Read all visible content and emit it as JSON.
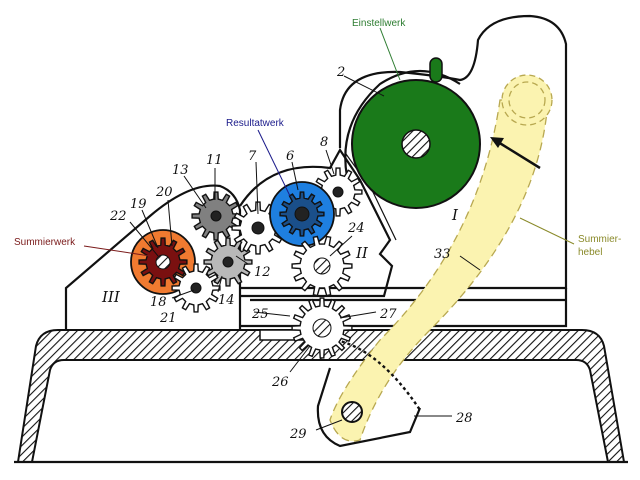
{
  "diagram": {
    "title": "Summiermaschine mechanism cross-section",
    "colors": {
      "einstellwerk": "#1a7a1a",
      "resultatwerk": "#1e7fe0",
      "resultatwerk_inner": "#1a4f8a",
      "summierwerk": "#f07a30",
      "summierwerk_inner": "#7a1010",
      "summierhebel": "#fbf3b0",
      "gear_dark": "#808080",
      "gear_light": "#b8b8b8",
      "label_einstellwerk": "#2e7d32",
      "label_resultatwerk": "#1a1a8a",
      "label_summierwerk": "#7a1a1a",
      "label_summierhebel": "#8a8a2a"
    },
    "callouts": {
      "einstellwerk": "Einstellwerk",
      "resultatwerk": "Resultatwerk",
      "summierwerk": "Summierwerk",
      "summierhebel_line1": "Summier-",
      "summierhebel_line2": "hebel"
    },
    "sections": {
      "I": "I",
      "II": "II",
      "III": "III"
    },
    "part_numbers": {
      "n2": "2",
      "n6": "6",
      "n7": "7",
      "n8": "8",
      "n11": "11",
      "n12": "12",
      "n13": "13",
      "n14": "14",
      "n18": "18",
      "n19": "19",
      "n20": "20",
      "n21": "21",
      "n22": "22",
      "n24": "24",
      "n25": "25",
      "n26": "26",
      "n27": "27",
      "n28": "28",
      "n29": "29",
      "n33": "33"
    }
  }
}
